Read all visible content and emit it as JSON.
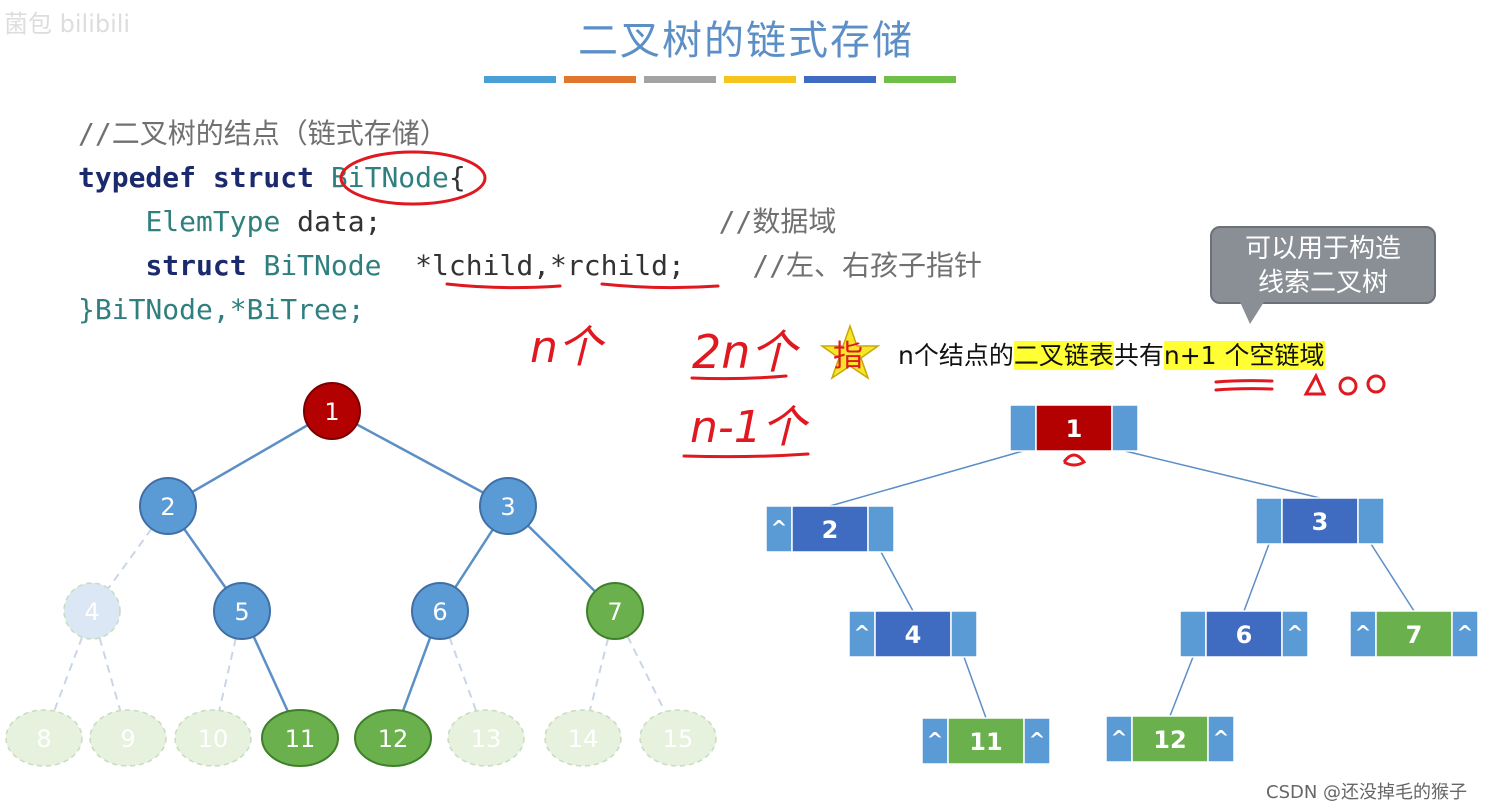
{
  "header": {
    "title": "二叉树的链式存储",
    "stripe_colors": [
      "#4a9fd8",
      "#e2762e",
      "#a3a3a3",
      "#f7c31e",
      "#3f6cc0",
      "#6fbf48"
    ]
  },
  "code": {
    "comment_line": "//二叉树的结点（链式存储）",
    "line1_kw": "typedef struct ",
    "line1_name": "BiTNode",
    "line1_brace": "{",
    "line2_type": "ElemType",
    "line2_rest": " data;",
    "line2_comment": "//数据域",
    "line3_kw": "struct",
    "line3_type": " BiTNode",
    "line3_rest": "  *lchild,*rchild;",
    "line3_comment": "//左、右孩子指针",
    "line4": "}BiTNode,*BiTree;"
  },
  "callout": {
    "line1": "可以用于构造",
    "line2": "线索二叉树"
  },
  "note": {
    "part1": "n个结点的",
    "part2": "二叉链表",
    "part3": "共有",
    "part4": "n+1",
    "part5": " 个空链域"
  },
  "handwriting": {
    "n_ge": "n个",
    "two_n_ge": "2n个",
    "zhi": "指",
    "n_minus_1": "n-1个"
  },
  "tree": {
    "nodes": [
      {
        "label": "1",
        "state": "root"
      },
      {
        "label": "2",
        "state": "blue"
      },
      {
        "label": "3",
        "state": "blue"
      },
      {
        "label": "4",
        "state": "faded-blue"
      },
      {
        "label": "5",
        "state": "blue"
      },
      {
        "label": "6",
        "state": "blue"
      },
      {
        "label": "7",
        "state": "green"
      },
      {
        "label": "8",
        "state": "faded-green"
      },
      {
        "label": "9",
        "state": "faded-green"
      },
      {
        "label": "10",
        "state": "faded-green"
      },
      {
        "label": "11",
        "state": "green"
      },
      {
        "label": "12",
        "state": "green"
      },
      {
        "label": "13",
        "state": "faded-green"
      },
      {
        "label": "14",
        "state": "faded-green"
      },
      {
        "label": "15",
        "state": "faded-green"
      }
    ],
    "colors": {
      "root": "#b30000",
      "blue": "#5b9bd5",
      "green": "#6ab04c",
      "faded_blue": "#dbe7f4",
      "faded_green": "#e6f1de"
    }
  },
  "linked": {
    "null_symbol": "^",
    "nodes": [
      {
        "label": "1",
        "left_null": false,
        "right_null": false
      },
      {
        "label": "2",
        "left_null": true,
        "right_null": false
      },
      {
        "label": "3",
        "left_null": false,
        "right_null": false
      },
      {
        "label": "4",
        "left_null": true,
        "right_null": false
      },
      {
        "label": "6",
        "left_null": false,
        "right_null": true
      },
      {
        "label": "7",
        "left_null": true,
        "right_null": true
      },
      {
        "label": "11",
        "left_null": true,
        "right_null": true
      },
      {
        "label": "12",
        "left_null": true,
        "right_null": true
      }
    ]
  },
  "watermark": "CSDN @还没掉毛的猴子",
  "logo": "菌包 bilibili"
}
